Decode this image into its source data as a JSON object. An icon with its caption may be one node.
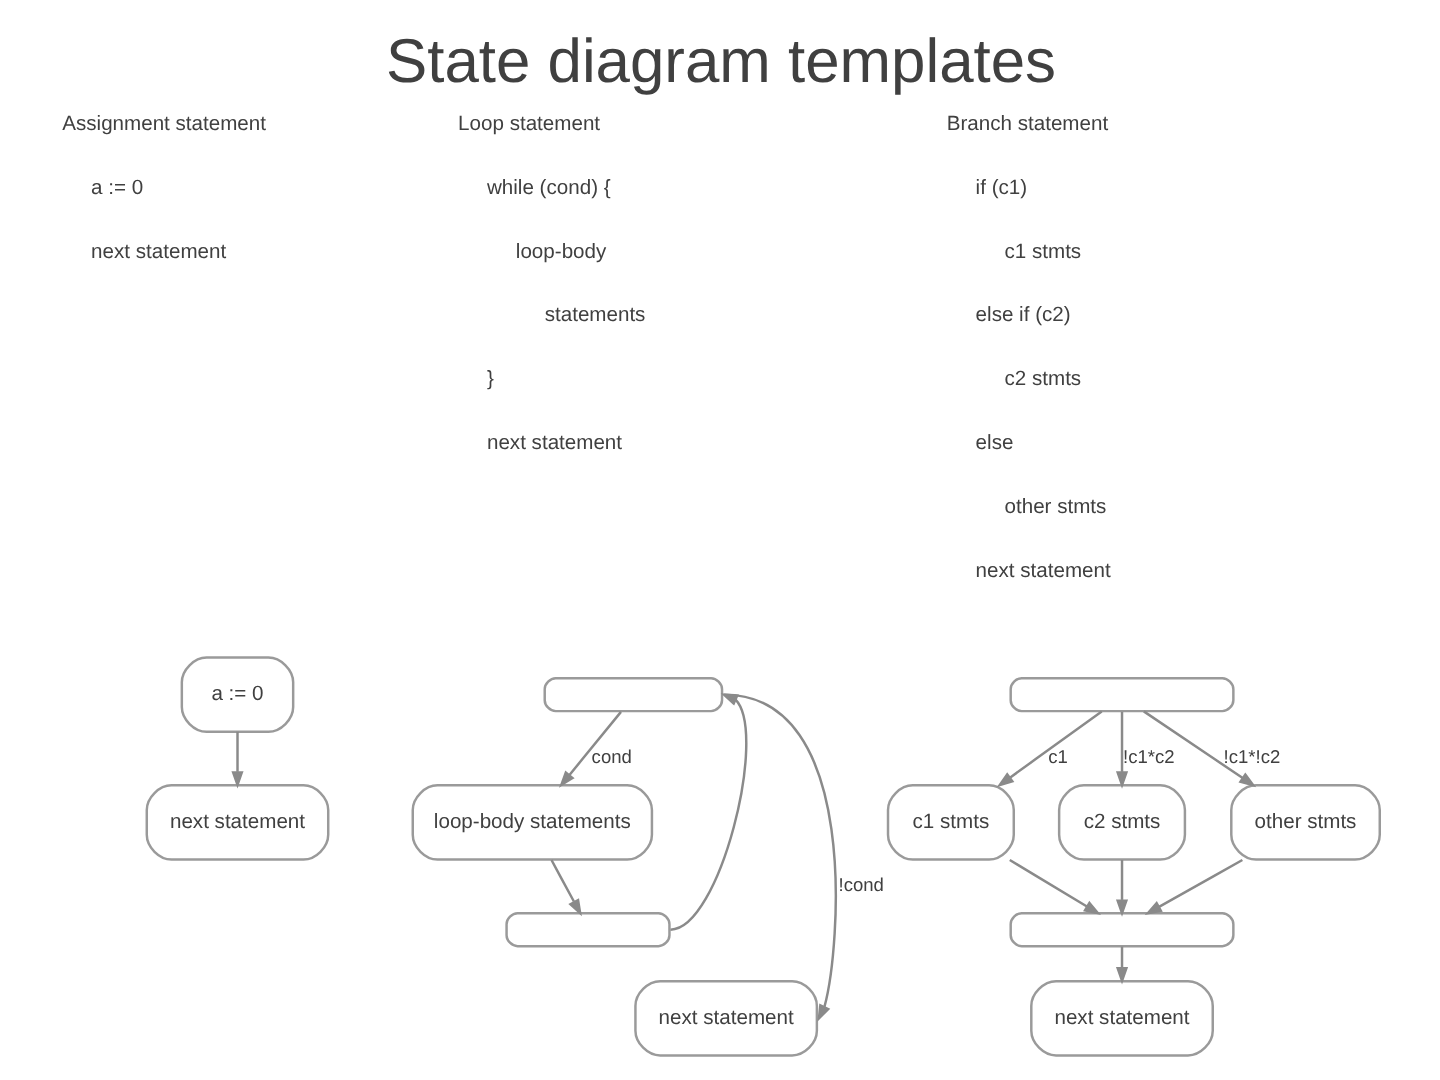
{
  "diagram": {
    "title": "State diagram templates",
    "nodes": [
      {
        "text": [
          "a := 0"
        ]
      },
      {
        "text": [
          "next statement"
        ]
      },
      {
        "text": [],
        "shape": "box"
      },
      {
        "text": [
          "loop-body statements"
        ]
      },
      {
        "text": [],
        "shape": "box"
      },
      {
        "text": [
          "next statement"
        ]
      },
      {
        "text": [],
        "shape": "box"
      },
      {
        "text": [
          "c1 stmts"
        ]
      },
      {
        "text": [
          "c2 stmts"
        ]
      },
      {
        "text": [
          "other stmts"
        ]
      },
      {
        "text": [],
        "shape": "box"
      },
      {
        "text": [
          "next statement"
        ]
      }
    ],
    "edges": [
      {
        "from": 0,
        "to": 1,
        "arrow": "to"
      },
      {
        "from": 2,
        "to": 3,
        "arrow": "to",
        "label": "cond"
      },
      {
        "from": 3,
        "to": 4,
        "arrow": "to"
      },
      {
        "from": 4,
        "to": 2,
        "arrow": "to"
      },
      {
        "from": 2,
        "to": 5,
        "arrow": "to",
        "label": "!cond"
      },
      {
        "from": 6,
        "to": 7,
        "arrow": "to",
        "label": "c1"
      },
      {
        "from": 6,
        "to": 8,
        "arrow": "to",
        "label": "!c1*c2"
      },
      {
        "from": 6,
        "to": 9,
        "arrow": "to",
        "label": "!c1*!c2"
      },
      {
        "from": 7,
        "to": 10,
        "arrow": "to"
      },
      {
        "from": 8,
        "to": 10,
        "arrow": "to"
      },
      {
        "from": 9,
        "to": 10,
        "arrow": "to"
      },
      {
        "from": 10,
        "to": 11,
        "arrow": "to"
      }
    ],
    "labels": [
      "Assignment statement",
      "a := 0",
      "next statement",
      "Loop statement",
      "while (cond) {",
      "loop-body",
      "statements",
      "}",
      "next statement",
      "Branch statement",
      "if (c1)",
      "c1 stmts",
      "else if (c2)",
      "c2 stmts",
      "else",
      "other stmts",
      "next statement"
    ]
  }
}
